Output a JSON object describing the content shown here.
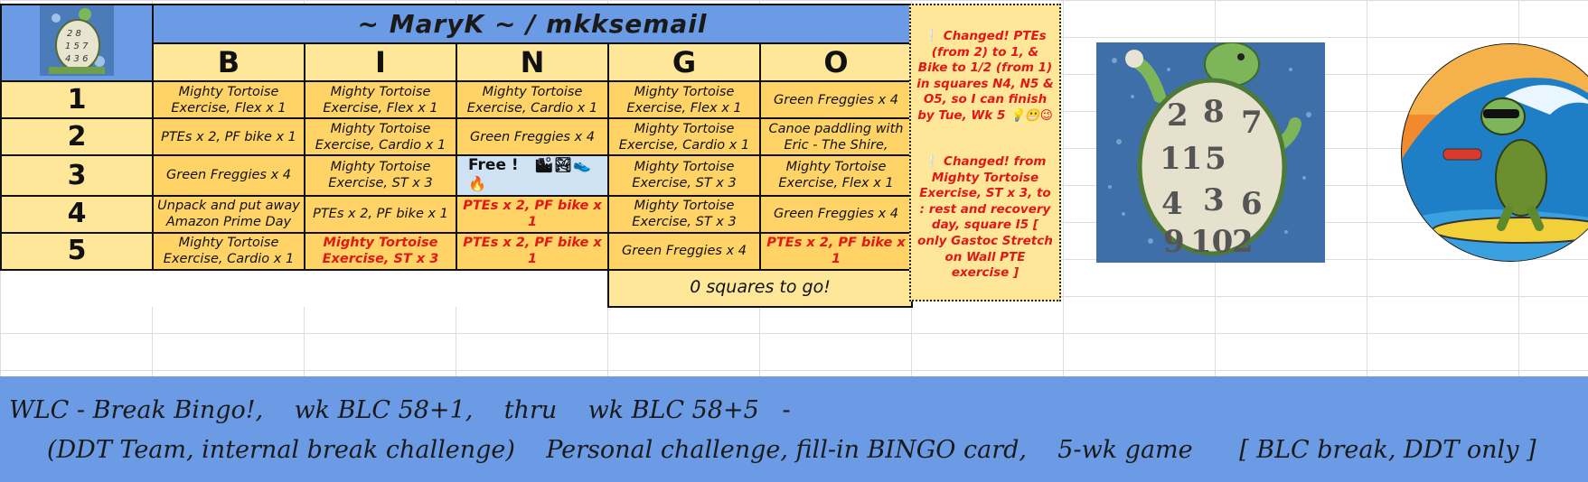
{
  "header": {
    "title": "~ MaryK ~      /      mkksemail",
    "logo_icon": "tortoise-bingo-logo-icon"
  },
  "letters": [
    "B",
    "I",
    "N",
    "G",
    "O"
  ],
  "rows": [
    {
      "num": "1",
      "squares": [
        {
          "text": "Mighty Tortoise Exercise, Flex x 1",
          "red": false
        },
        {
          "text": "Mighty Tortoise Exercise, Flex x 1",
          "red": false
        },
        {
          "text": "Mighty Tortoise Exercise, Cardio x 1",
          "red": false
        },
        {
          "text": "Mighty Tortoise Exercise, Flex x 1",
          "red": false
        },
        {
          "text": "Green Freggies x 4",
          "red": false
        }
      ]
    },
    {
      "num": "2",
      "squares": [
        {
          "text": "PTEs x 2, PF bike x 1",
          "red": false
        },
        {
          "text": "Mighty Tortoise Exercise, Cardio x 1",
          "red": false
        },
        {
          "text": "Green Freggies x 4",
          "red": false
        },
        {
          "text": "Mighty Tortoise Exercise, Cardio x 1",
          "red": false
        },
        {
          "text": "Canoe paddling with Eric  -  The Shire,",
          "red": false
        }
      ]
    },
    {
      "num": "3",
      "squares": [
        {
          "text": "Green Freggies x 4",
          "red": false
        },
        {
          "text": "Mighty Tortoise Exercise, ST x 3",
          "red": false
        },
        {
          "text": "Free !",
          "red": false,
          "free": true,
          "icons": "🏙🏞👟🔥"
        },
        {
          "text": "Mighty Tortoise Exercise, ST x 3",
          "red": false
        },
        {
          "text": "Mighty Tortoise Exercise, Flex x 1",
          "red": false
        }
      ]
    },
    {
      "num": "4",
      "squares": [
        {
          "text": "Unpack and put away Amazon Prime Day",
          "red": false
        },
        {
          "text": "PTEs x 2, PF bike x 1",
          "red": false
        },
        {
          "text": "PTEs x 2, PF bike x 1",
          "red": true
        },
        {
          "text": "Mighty Tortoise Exercise, ST x 3",
          "red": false
        },
        {
          "text": "Green Freggies x 4",
          "red": false
        }
      ]
    },
    {
      "num": "5",
      "squares": [
        {
          "text": "Mighty Tortoise Exercise, Cardio x 1",
          "red": false
        },
        {
          "text": "Mighty Tortoise Exercise, ST x 3",
          "red": true
        },
        {
          "text": "PTEs x 2, PF bike x 1",
          "red": true
        },
        {
          "text": "Green Freggies x 4",
          "red": false
        },
        {
          "text": "PTEs x 2, PF bike x 1",
          "red": true
        }
      ]
    }
  ],
  "squares_to_go": "0  squares to go!",
  "notes": {
    "note1_icon": "❕",
    "note1": "Changed!  PTEs (from 2) to 1, & Bike to 1/2 (from 1) in squares N4, N5 & O5, so I can finish by Tue, Wk 5",
    "note1_emoji": "💡😬😉",
    "note2_icon": "❕",
    "note2": "Changed!  from Mighty Tortoise Exercise, ST x 3,  to : rest and recovery day, square I5   [ only Gastoc Stretch on Wall PTE exercise ]"
  },
  "images": {
    "bingo_turtle": "tortoise-bingo-card-image",
    "surf_turtle": "surfing-turtle-image"
  },
  "footer": {
    "line1": "WLC - Break Bingo!,    wk BLC 58+1,    thru    wk BLC 58+5   -",
    "line2": "(DDT Team, internal break challenge)    Personal challenge, fill-in BINGO card,    5-wk game      [ BLC break, DDT only ]"
  },
  "colors": {
    "header_blue": "#6a9be4",
    "square_gold": "#ffd366",
    "label_cream": "#ffe79a",
    "free_blue": "#cfe2f3",
    "changed_red": "#e01818"
  }
}
